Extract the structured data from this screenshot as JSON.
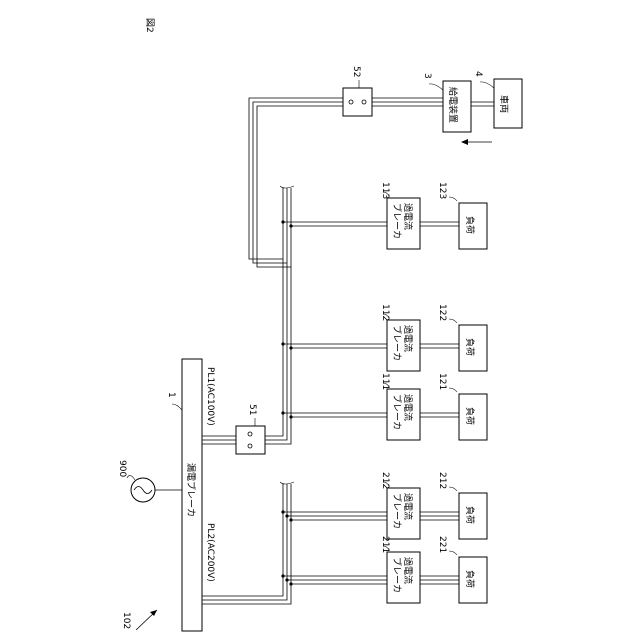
{
  "figure_label": "図2",
  "system_ref": "102",
  "source": {
    "ref": "900"
  },
  "main_breaker": {
    "ref": "1",
    "text": "漏電ブレーカ"
  },
  "lines": {
    "pl1": "PL1(AC100V)",
    "pl2": "PL2(AC200V)"
  },
  "outlets": {
    "o51": "51",
    "o52": "52"
  },
  "charger": {
    "ref": "3",
    "text": "給電装置"
  },
  "vehicle": {
    "ref": "4",
    "text": "車両"
  },
  "breaker_text": [
    "過電流",
    "ブレーカ"
  ],
  "load_text": "負荷",
  "breakers": [
    {
      "ref": "113",
      "load_ref": "123"
    },
    {
      "ref": "112",
      "load_ref": "122"
    },
    {
      "ref": "111",
      "load_ref": "121"
    },
    {
      "ref": "212",
      "load_ref": "212"
    },
    {
      "ref": "211",
      "load_ref": "221"
    }
  ]
}
